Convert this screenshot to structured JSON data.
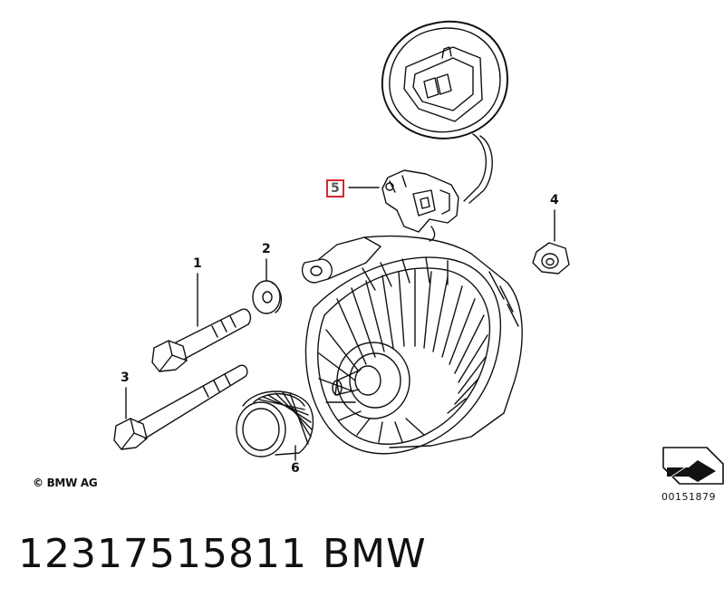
{
  "callouts": {
    "c1": "1",
    "c2": "2",
    "c3": "3",
    "c4": "4",
    "c5": "5",
    "c6": "6"
  },
  "highlight_color": "#d9262b",
  "copyright": "© BMW AG",
  "doc_number": "00151879",
  "part_number": "12317515811",
  "brand": "BMW",
  "icons": [
    "arrow-orientation-icon"
  ]
}
